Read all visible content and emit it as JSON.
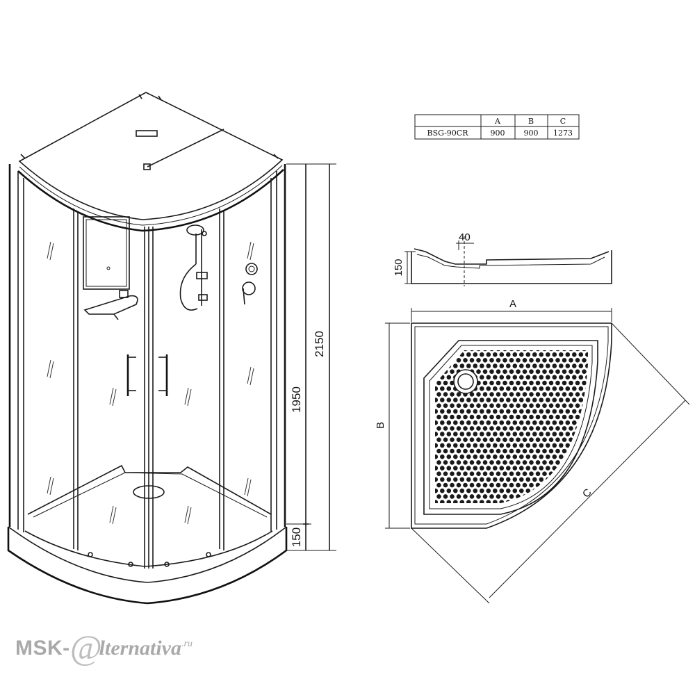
{
  "table": {
    "headers": [
      "",
      "A",
      "B",
      "C"
    ],
    "row": [
      "BSG-90CR",
      "900",
      "900",
      "1273"
    ]
  },
  "dimensions": {
    "total_height": "2150",
    "glass_height": "1950",
    "tray_height": "150",
    "tray_side_height": "150",
    "tray_step": "40",
    "tray_width_label": "A",
    "tray_depth_label": "B",
    "tray_diagonal_label": "C"
  },
  "watermark": {
    "brand": "MSK-",
    "at": "@",
    "rest": "lternativa",
    "tld": ".ru"
  },
  "colors": {
    "line": "#1a1a1a",
    "watermark": "#a9a9a9"
  }
}
